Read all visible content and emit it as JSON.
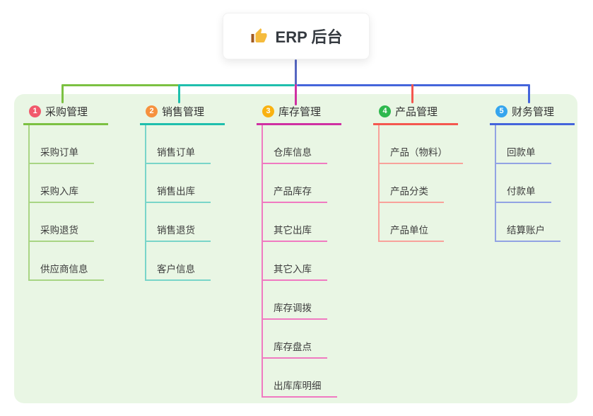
{
  "root": {
    "icon": "thumbs-up-icon",
    "label": "ERP 后台"
  },
  "connector": {
    "root_line_color": "#5667C2"
  },
  "panel": {
    "background_color": "#E9F6E4"
  },
  "branches": [
    {
      "num": "1",
      "label": "采购管理",
      "line_color": "#7CC142",
      "badge_color": "#F1596B",
      "child_line_color": "#A8D584",
      "children": [
        "采购订单",
        "采购入库",
        "采购退货",
        "供应商信息"
      ]
    },
    {
      "num": "2",
      "label": "销售管理",
      "line_color": "#1FBFAD",
      "badge_color": "#F6913E",
      "child_line_color": "#79D5C9",
      "children": [
        "销售订单",
        "销售出库",
        "销售退货",
        "客户信息"
      ]
    },
    {
      "num": "3",
      "label": "库存管理",
      "line_color": "#CF30A2",
      "badge_color": "#F9B211",
      "child_line_color": "#F07AC1",
      "children": [
        "仓库信息",
        "产品库存",
        "其它出库",
        "其它入库",
        "库存调拨",
        "库存盘点",
        "出库库明细"
      ]
    },
    {
      "num": "4",
      "label": "产品管理",
      "line_color": "#F4574F",
      "badge_color": "#2EB84E",
      "child_line_color": "#F8A29B",
      "children": [
        "产品（物料）",
        "产品分类",
        "产品单位"
      ]
    },
    {
      "num": "5",
      "label": "财务管理",
      "line_color": "#4565DB",
      "badge_color": "#35A5EE",
      "child_line_color": "#92A3E3",
      "children": [
        "回款单",
        "付款单",
        "结算账户"
      ]
    }
  ]
}
